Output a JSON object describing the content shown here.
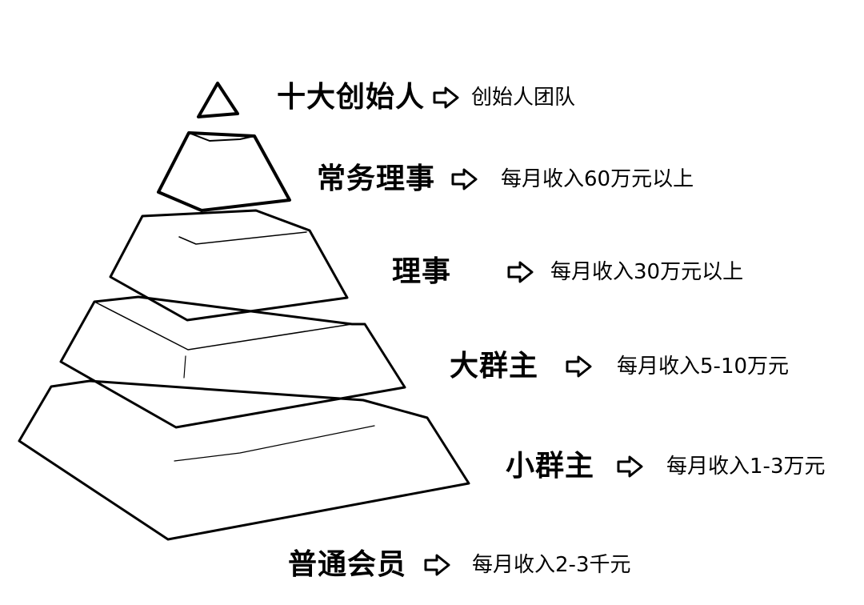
{
  "tiers": [
    {
      "title": "十大创始人",
      "description": "创始人团队"
    },
    {
      "title": "常务理事",
      "description": "每月收入60万元以上"
    },
    {
      "title": "理事",
      "description": "每月收入30万元以上"
    },
    {
      "title": "大群主",
      "description": "每月收入5-10万元"
    },
    {
      "title": "小群主",
      "description": "每月收入1-3万元"
    },
    {
      "title": "普通会员",
      "description": "每月收入2-3千元"
    }
  ],
  "icons": {
    "tier_arrow": "outlined-right-arrow-icon"
  },
  "colors": {
    "background": "#ffffff",
    "ink": "#000000"
  }
}
